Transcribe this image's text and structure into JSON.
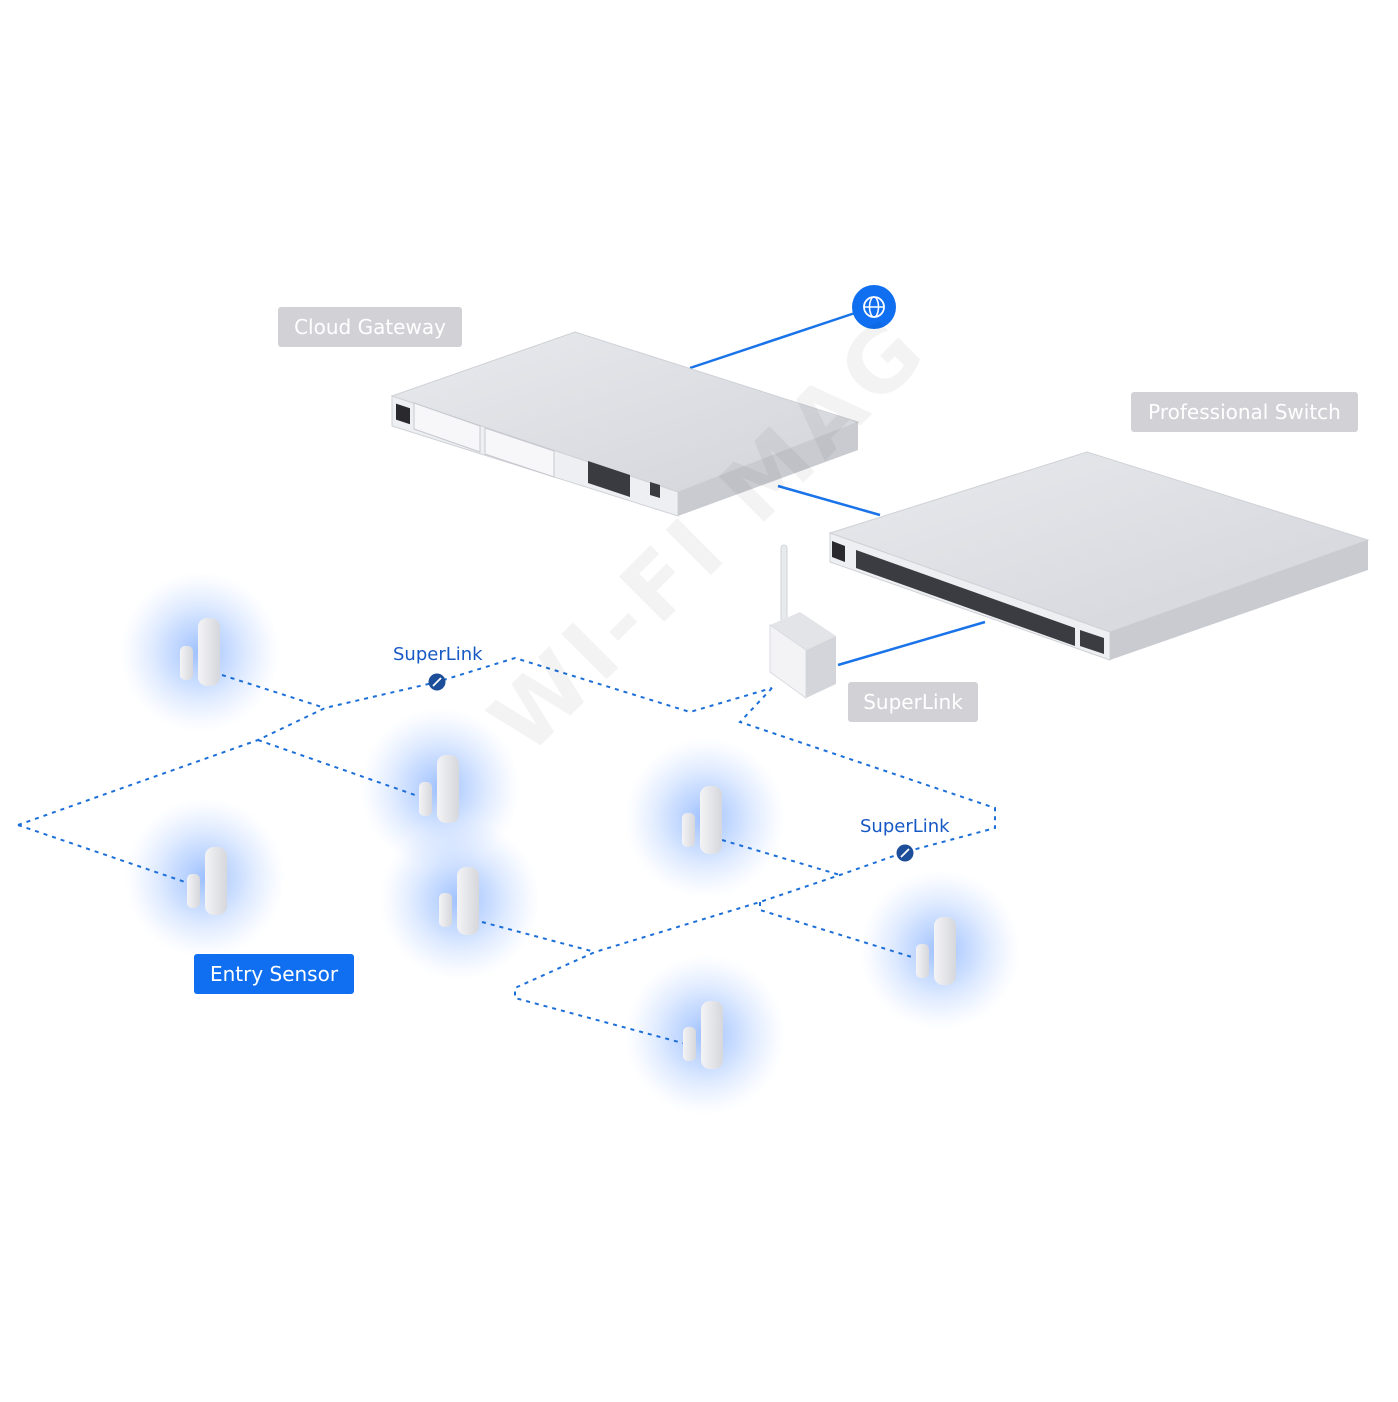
{
  "labels": {
    "cloud_gateway": "Cloud Gateway",
    "professional_switch": "Professional Switch",
    "superlink_device": "SuperLink",
    "entry_sensor": "Entry Sensor",
    "superlink_node_1": "SuperLink",
    "superlink_node_2": "SuperLink"
  },
  "watermark": "WI-FI MAG",
  "icons": {
    "internet": "globe-icon",
    "superlink_node": "link-icon"
  },
  "colors": {
    "accent_blue": "#0f6ff0",
    "link_blue": "#1759c4",
    "tag_grey": "#d2d2d6",
    "sensor_glow": "#4d8cff",
    "device_body": "#e4e5e9"
  }
}
